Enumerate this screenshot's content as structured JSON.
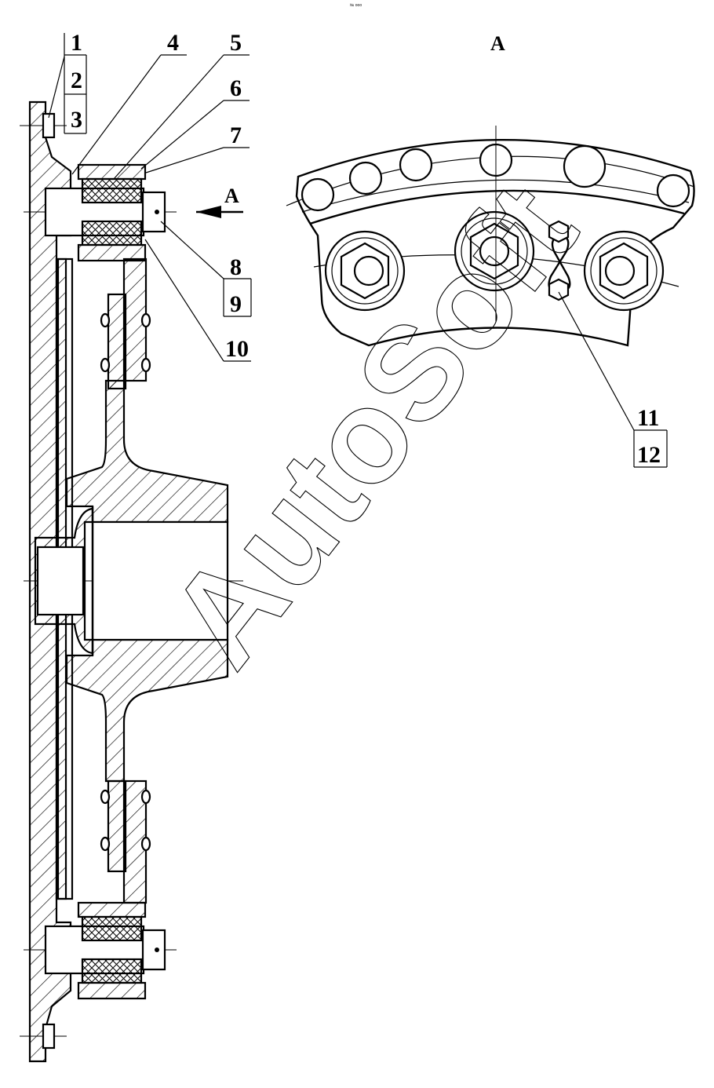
{
  "header": {
    "small_text": "№ ооо"
  },
  "watermark": {
    "text": "AutoSoft"
  },
  "view": {
    "label": "A"
  },
  "arrow": {
    "label": "A"
  },
  "callouts": [
    {
      "id": "1",
      "label": "1"
    },
    {
      "id": "2",
      "label": "2"
    },
    {
      "id": "3",
      "label": "3"
    },
    {
      "id": "4",
      "label": "4"
    },
    {
      "id": "5",
      "label": "5"
    },
    {
      "id": "6",
      "label": "6"
    },
    {
      "id": "7",
      "label": "7"
    },
    {
      "id": "8",
      "label": "8"
    },
    {
      "id": "9",
      "label": "9"
    },
    {
      "id": "10",
      "label": "10"
    },
    {
      "id": "11",
      "label": "11"
    },
    {
      "id": "12",
      "label": "12"
    }
  ]
}
